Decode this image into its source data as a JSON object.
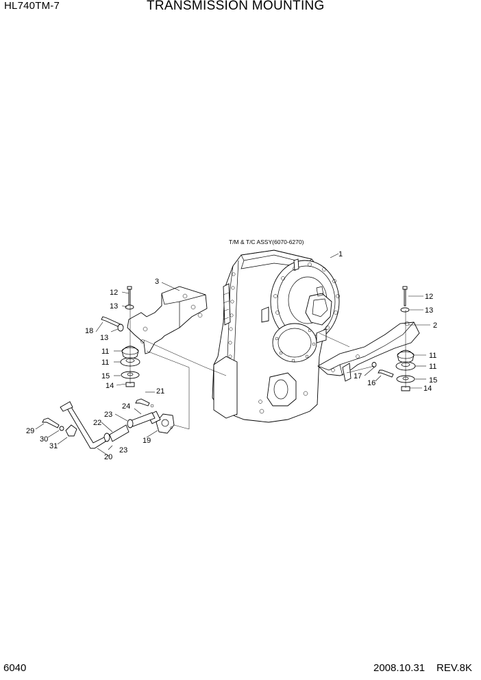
{
  "header": {
    "model": "HL740TM-7",
    "title": "TRANSMISSION MOUNTING"
  },
  "footer": {
    "page_number": "6040",
    "date": "2008.10.31",
    "revision": "REV.8K"
  },
  "diagram": {
    "assembly_label": "T/M & T/C ASSY(6070-6270)",
    "callouts": {
      "c1": "1",
      "c2": "2",
      "c3": "3",
      "c11a": "11",
      "c11b": "11",
      "c11c": "11",
      "c11d": "11",
      "c12a": "12",
      "c12b": "12",
      "c13a": "13",
      "c13b": "13",
      "c13c": "13",
      "c14a": "14",
      "c14b": "14",
      "c15a": "15",
      "c15b": "15",
      "c16": "16",
      "c17": "17",
      "c18": "18",
      "c19": "19",
      "c20": "20",
      "c21": "21",
      "c22": "22",
      "c23a": "23",
      "c23b": "23",
      "c24": "24",
      "c29": "29",
      "c30": "30",
      "c31": "31"
    }
  }
}
